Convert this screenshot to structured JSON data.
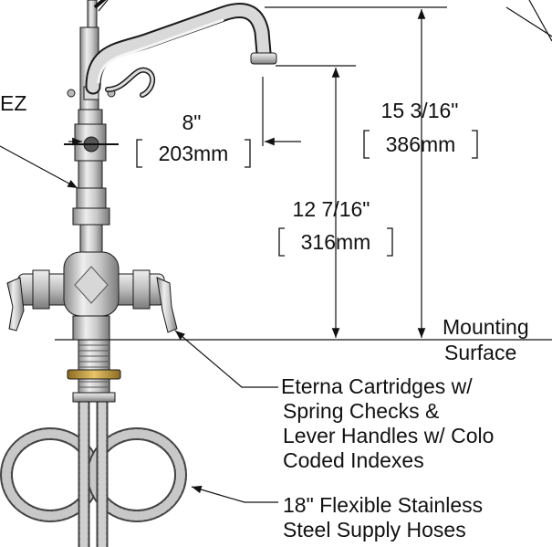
{
  "labels": {
    "ez_fragment": "EZ",
    "dim_spout_reach_in": "8\"",
    "dim_spout_reach_mm": "203mm",
    "dim_overall_height_in": "15 3/16\"",
    "dim_overall_height_mm": "386mm",
    "dim_spout_height_in": "12 7/16\"",
    "dim_spout_height_mm": "316mm",
    "mounting_surface_line1": "Mounting",
    "mounting_surface_line2": "Surface",
    "cartridges_line1": "Eterna Cartridges w/",
    "cartridges_line2": "Spring Checks &",
    "cartridges_line3": "Lever Handles w/ Colo",
    "cartridges_line4": "Coded Indexes",
    "hoses_line1": "18\" Flexible Stainless",
    "hoses_line2": "Steel Supply Hoses"
  },
  "colors": {
    "outline": "#1a1a1a",
    "metal_light": "#e6e6e6",
    "metal_mid": "#b9b9b9",
    "metal_dark": "#7f7f7f",
    "brass_ring": "#c9a24a"
  }
}
